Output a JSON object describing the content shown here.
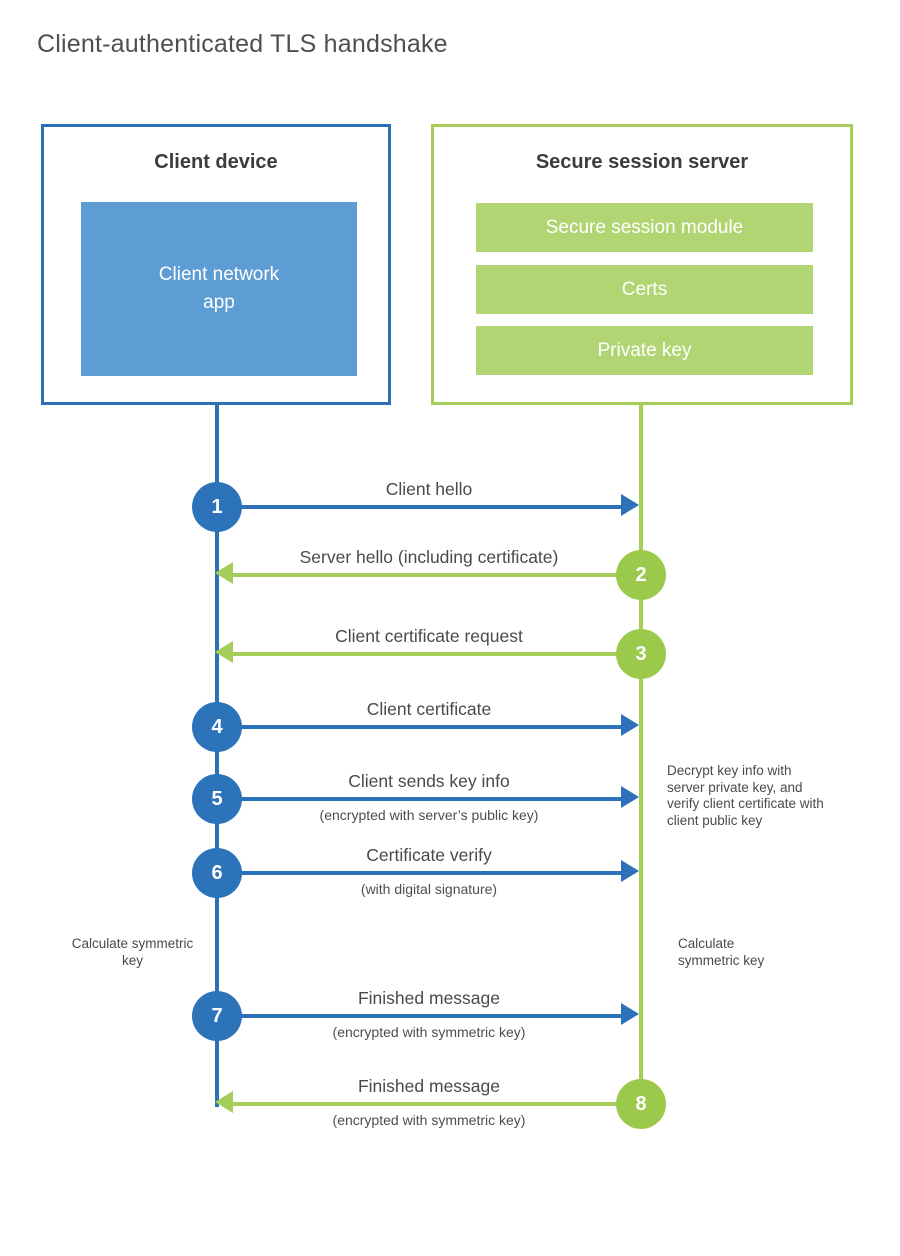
{
  "title": "Client-authenticated TLS handshake",
  "client": {
    "title": "Client device",
    "app_label": "Client network\napp"
  },
  "server": {
    "title": "Secure session server",
    "modules": [
      "Secure session module",
      "Certs",
      "Private key"
    ]
  },
  "messages": [
    {
      "num": "1",
      "from": "client",
      "label": "Client hello",
      "sub": ""
    },
    {
      "num": "2",
      "from": "server",
      "label": "Server hello (including certificate)",
      "sub": ""
    },
    {
      "num": "3",
      "from": "server",
      "label": "Client certificate request",
      "sub": ""
    },
    {
      "num": "4",
      "from": "client",
      "label": "Client certificate",
      "sub": ""
    },
    {
      "num": "5",
      "from": "client",
      "label": "Client sends key info",
      "sub": "(encrypted with server’s public key)"
    },
    {
      "num": "6",
      "from": "client",
      "label": "Certificate verify",
      "sub": "(with digital signature)"
    },
    {
      "num": "7",
      "from": "client",
      "label": "Finished message",
      "sub": "(encrypted with symmetric key)"
    },
    {
      "num": "8",
      "from": "server",
      "label": "Finished message",
      "sub": "(encrypted with symmetric key)"
    }
  ],
  "notes": {
    "decrypt": "Decrypt key info with server private key, and verify client certificate with client public key",
    "calc_left": "Calculate symmetric key",
    "calc_right": "Calculate symmetric key"
  },
  "colors": {
    "blue_line": "#2d72b8",
    "blue_circle": "#2c73ba",
    "blue_fill": "#5e9cd4",
    "green_line": "#a5cd58",
    "green_circle": "#9bc94c",
    "green_fill": "#b1d573",
    "text": "#4a4a4a"
  }
}
